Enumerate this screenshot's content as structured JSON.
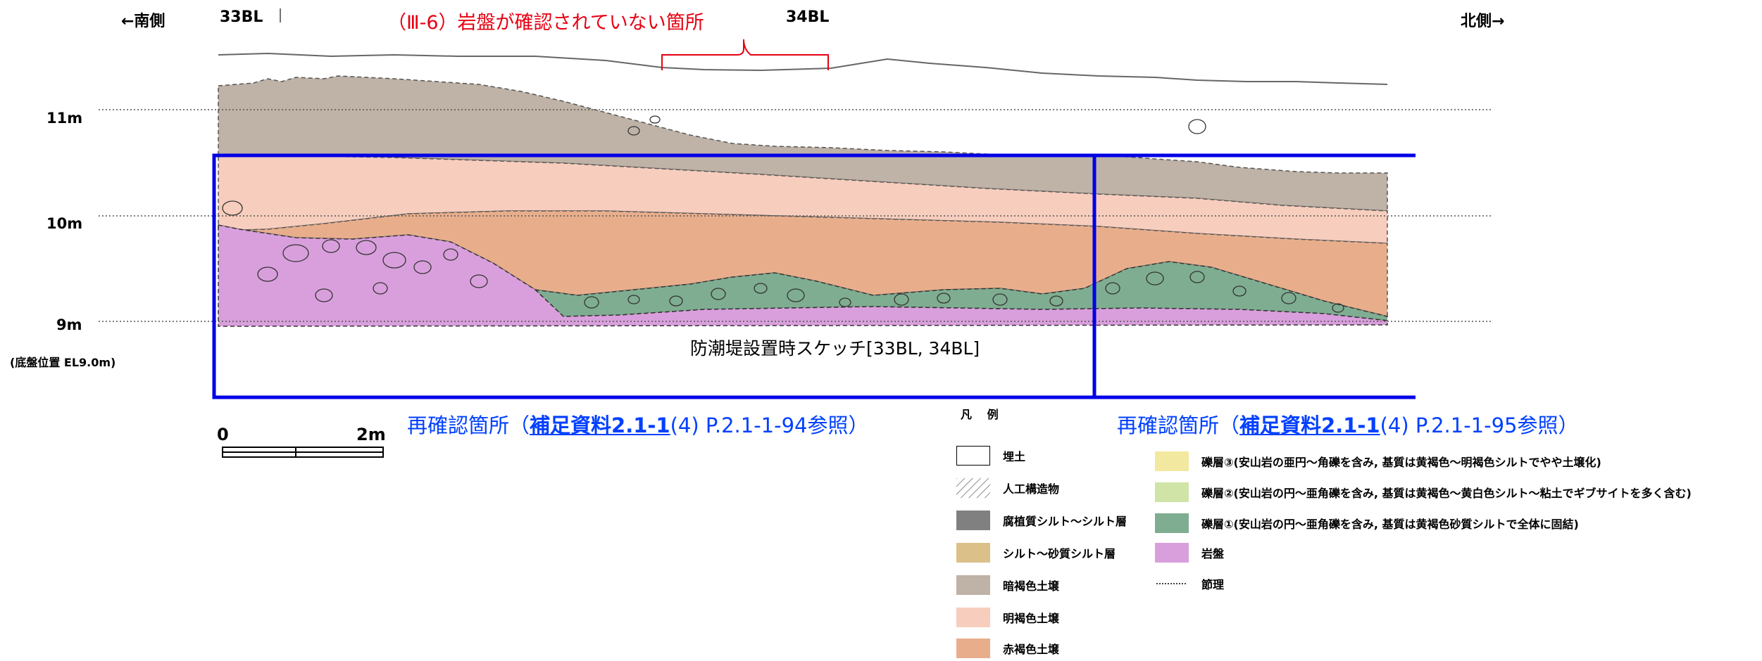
{
  "header": {
    "south": "←南側",
    "north": "北側→",
    "bl33": "33BL",
    "bl34": "34BL",
    "alert": "（Ⅲ-6）岩盤が確認されていない箇所"
  },
  "elevations": {
    "m11": "11m",
    "m10": "10m",
    "m9": "9m",
    "base_note": "(底盤位置 EL9.0m)"
  },
  "sketch_caption": "防潮堤設置時スケッチ[33BL, 34BL]",
  "refs": [
    {
      "prefix": "再確認箇所（",
      "link": "補足資料2.1-1",
      "suffix": "(4) P.2.1-1-94参照）"
    },
    {
      "prefix": "再確認箇所（",
      "link": "補足資料2.1-1",
      "suffix": "(4) P.2.1-1-95参照）"
    }
  ],
  "scale": {
    "start": "0",
    "end": "2m"
  },
  "legend": {
    "title": "凡 例",
    "left": [
      {
        "label": "埋土",
        "color": "#ffffff",
        "icon": "empty-box"
      },
      {
        "label": "人工構造物",
        "color": "#ffffff",
        "icon": "hatched-box"
      },
      {
        "label": "腐植質シルト～シルト層",
        "color": "#808080"
      },
      {
        "label": "シルト～砂質シルト層",
        "color": "#dcc08a"
      },
      {
        "label": "暗褐色土壌",
        "color": "#bfb2a6"
      },
      {
        "label": "明褐色土壌",
        "color": "#f7cdbd"
      },
      {
        "label": "赤褐色土壌",
        "color": "#e8ae8c"
      }
    ],
    "right": [
      {
        "label": "礫層③(安山岩の亜円～角礫を含み, 基質は黄褐色～明褐色シルトでやや土壌化)",
        "color": "#f3e8a0"
      },
      {
        "label": "礫層②(安山岩の円～亜角礫を含み, 基質は黄褐色～黄白色シルト～粘土でギブサイトを多く含む)",
        "color": "#cfe4a6"
      },
      {
        "label": "礫層①(安山岩の円～亜角礫を含み, 基質は黄褐色砂質シルトで全体に固結)",
        "color": "#7fad91"
      },
      {
        "label": "岩盤",
        "color": "#d99fdc"
      },
      {
        "label": "節理",
        "color": "#000000",
        "icon": "dotted-line"
      }
    ]
  }
}
